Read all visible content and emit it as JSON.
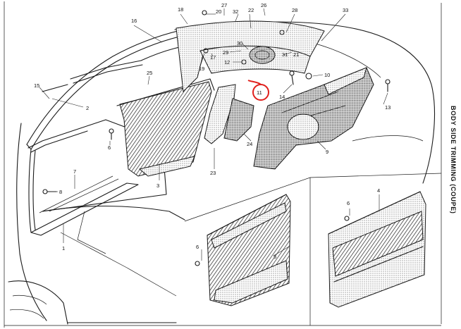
{
  "title": "BODY SIDE TRIMMING (COUPE)",
  "highlight_color": "#e0201c",
  "callouts": [
    {
      "id": "c1",
      "label": "1"
    },
    {
      "id": "c2",
      "label": "2"
    },
    {
      "id": "c3",
      "label": "3"
    },
    {
      "id": "c4",
      "label": "4"
    },
    {
      "id": "c5",
      "label": "5"
    },
    {
      "id": "c6a",
      "label": "6"
    },
    {
      "id": "c6b",
      "label": "6"
    },
    {
      "id": "c6c",
      "label": "6"
    },
    {
      "id": "c7",
      "label": "7"
    },
    {
      "id": "c8",
      "label": "8"
    },
    {
      "id": "c9",
      "label": "9"
    },
    {
      "id": "c10",
      "label": "10"
    },
    {
      "id": "c11",
      "label": "11"
    },
    {
      "id": "c12",
      "label": "12"
    },
    {
      "id": "c13",
      "label": "13"
    },
    {
      "id": "c14",
      "label": "14"
    },
    {
      "id": "c15",
      "label": "15"
    },
    {
      "id": "c16",
      "label": "16"
    },
    {
      "id": "c17",
      "label": "17"
    },
    {
      "id": "c18",
      "label": "18"
    },
    {
      "id": "c19",
      "label": "19"
    },
    {
      "id": "c20",
      "label": "20"
    },
    {
      "id": "c21",
      "label": "21"
    },
    {
      "id": "c22",
      "label": "22"
    },
    {
      "id": "c23",
      "label": "23"
    },
    {
      "id": "c24",
      "label": "24"
    },
    {
      "id": "c25",
      "label": "25"
    },
    {
      "id": "c26",
      "label": "26"
    },
    {
      "id": "c27",
      "label": "27"
    },
    {
      "id": "c28",
      "label": "28"
    },
    {
      "id": "c29",
      "label": "29"
    },
    {
      "id": "c30",
      "label": "30"
    },
    {
      "id": "c31",
      "label": "31"
    },
    {
      "id": "c32",
      "label": "32"
    },
    {
      "id": "c33",
      "label": "33"
    }
  ]
}
